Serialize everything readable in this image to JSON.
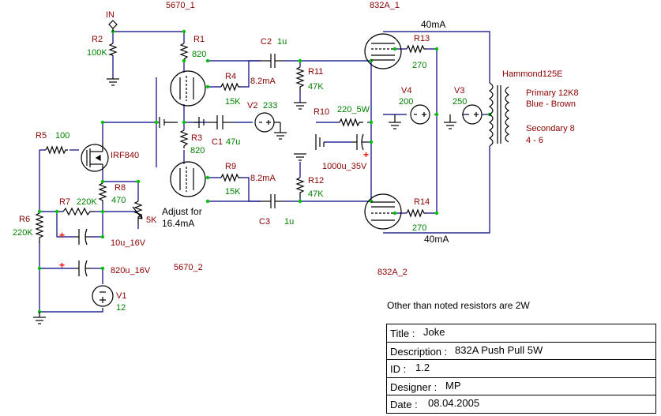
{
  "tubes": {
    "v5670_1": "5670_1",
    "v5670_2": "5670_2",
    "v832_1": "832A_1",
    "v832_2": "832A_2"
  },
  "input_label": "IN",
  "resistors": {
    "R1": {
      "ref": "R1",
      "value": "820"
    },
    "R2": {
      "ref": "R2",
      "value": "100K"
    },
    "R3": {
      "ref": "R3",
      "value": "820"
    },
    "R4": {
      "ref": "R4",
      "value": "15K"
    },
    "R5": {
      "ref": "R5",
      "value": "100"
    },
    "R6": {
      "ref": "R6",
      "value": "220K"
    },
    "R7": {
      "ref": "R7",
      "value": "220K"
    },
    "R8": {
      "ref": "R8",
      "value": "470"
    },
    "R9": {
      "ref": "R9",
      "value": "15K"
    },
    "R10": {
      "ref": "R10",
      "value": "220_5W"
    },
    "R11": {
      "ref": "R11",
      "value": "47K"
    },
    "R12": {
      "ref": "R12",
      "value": "47K"
    },
    "R13": {
      "ref": "R13",
      "value": "270"
    },
    "R14": {
      "ref": "R14",
      "value": "270"
    }
  },
  "capacitors": {
    "C1": {
      "ref": "C1",
      "value": "47u"
    },
    "C2": {
      "ref": "C2",
      "value": "1u"
    },
    "C3": {
      "ref": "C3",
      "value": "1u"
    },
    "c10u": "10u_16V",
    "c820u": "820u_16V",
    "c1000u": "1000u_35V"
  },
  "sources": {
    "V1": {
      "ref": "V1",
      "value": "12"
    },
    "V2": {
      "ref": "V2",
      "value": "233"
    },
    "V3": {
      "ref": "V3",
      "value": "250"
    },
    "V4": {
      "ref": "V4",
      "value": "200"
    }
  },
  "mosfet": "IRF840",
  "pot": {
    "value": "5K",
    "note_1": "Adjust for",
    "note_2": "16.4mA"
  },
  "currents": {
    "top_input": "8.2mA",
    "bottom_input": "8.2mA",
    "top_output": "40mA",
    "bottom_output": "40mA"
  },
  "transformer": {
    "name": "Hammond125E",
    "primary": "Primary 12K8",
    "primary_wires": "Blue - Brown",
    "secondary": "Secondary 8",
    "secondary_wires": "4 - 6"
  },
  "note": "Other than noted resistors are 2W",
  "title_block": {
    "title_key": "Title :",
    "title_val": "Joke",
    "desc_key": "Description :",
    "desc_val": "832A Push Pull 5W",
    "id_key": "ID :",
    "id_val": "1.2",
    "designer_key": "Designer :",
    "designer_val": "MP",
    "date_key": "Date :",
    "date_val": "08.04.2005"
  },
  "colors": {
    "wire": "#000080",
    "value_text": "#008000",
    "tube_text": "#8b0000",
    "polarity": "#ff0000",
    "node": "#00c000"
  }
}
